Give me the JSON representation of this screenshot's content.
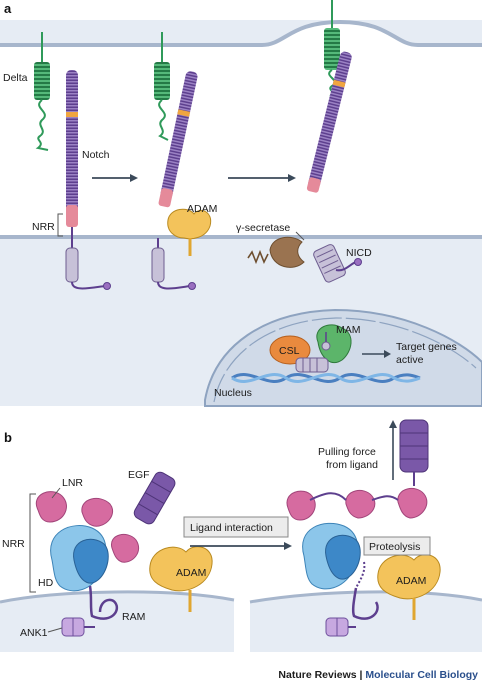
{
  "panel_a": {
    "letter": "a",
    "labels": {
      "delta": "Delta",
      "notch": "Notch",
      "nrr": "NRR",
      "adam": "ADAM",
      "gamma_secretase": "γ-secretase",
      "nicd": "NICD",
      "mam": "MAM",
      "csl": "CSL",
      "target_genes_line1": "Target genes",
      "target_genes_line2": "active",
      "nucleus": "Nucleus"
    }
  },
  "panel_b": {
    "letter": "b",
    "labels": {
      "lnr": "LNR",
      "egf": "EGF",
      "nrr": "NRR",
      "hd": "HD",
      "adam_left": "ADAM",
      "ank1": "ANK1",
      "ram": "RAM",
      "ligand_interaction": "Ligand interaction",
      "pulling_line1": "Pulling force",
      "pulling_line2": "from ligand",
      "proteolysis": "Proteolysis",
      "adam_right": "ADAM"
    }
  },
  "footer": {
    "journal": "Nature Reviews",
    "separator": " | ",
    "section": "Molecular Cell Biology"
  },
  "colors": {
    "membrane": "#d2dbe8",
    "cytoplasm": "#e6ecf4",
    "notch_purple": "#6e4f9c",
    "delta_green": "#2f9a5a",
    "adam_yellow": "#f3c35b",
    "lnr_pink": "#d66ba0",
    "hd_blue": "#5aa6d6",
    "csl_orange": "#e98a3e",
    "mam_green": "#5cb56a",
    "secretase_brown": "#9a7350"
  }
}
